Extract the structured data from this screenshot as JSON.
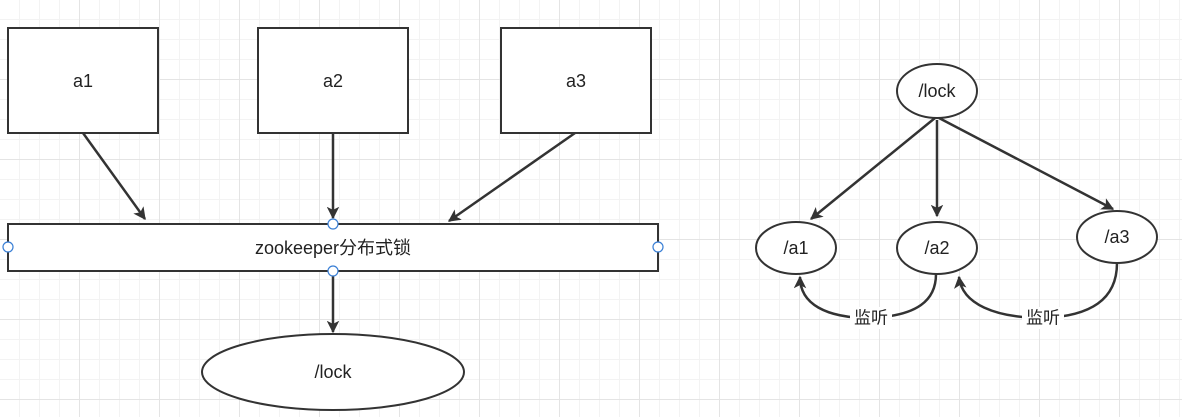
{
  "left_diagram": {
    "clients": [
      {
        "label": "a1"
      },
      {
        "label": "a2"
      },
      {
        "label": "a3"
      }
    ],
    "service": {
      "label": "zookeeper分布式锁"
    },
    "lock_node": {
      "label": "/lock"
    }
  },
  "right_diagram": {
    "root": {
      "label": "/lock"
    },
    "children": [
      {
        "label": "/a1"
      },
      {
        "label": "/a2"
      },
      {
        "label": "/a3"
      }
    ],
    "watch_edges": [
      {
        "label": "监听"
      },
      {
        "label": "监听"
      }
    ]
  },
  "colors": {
    "stroke": "#333333",
    "selection_handle": "#3a7fd5",
    "grid": "#e4e4e4"
  }
}
